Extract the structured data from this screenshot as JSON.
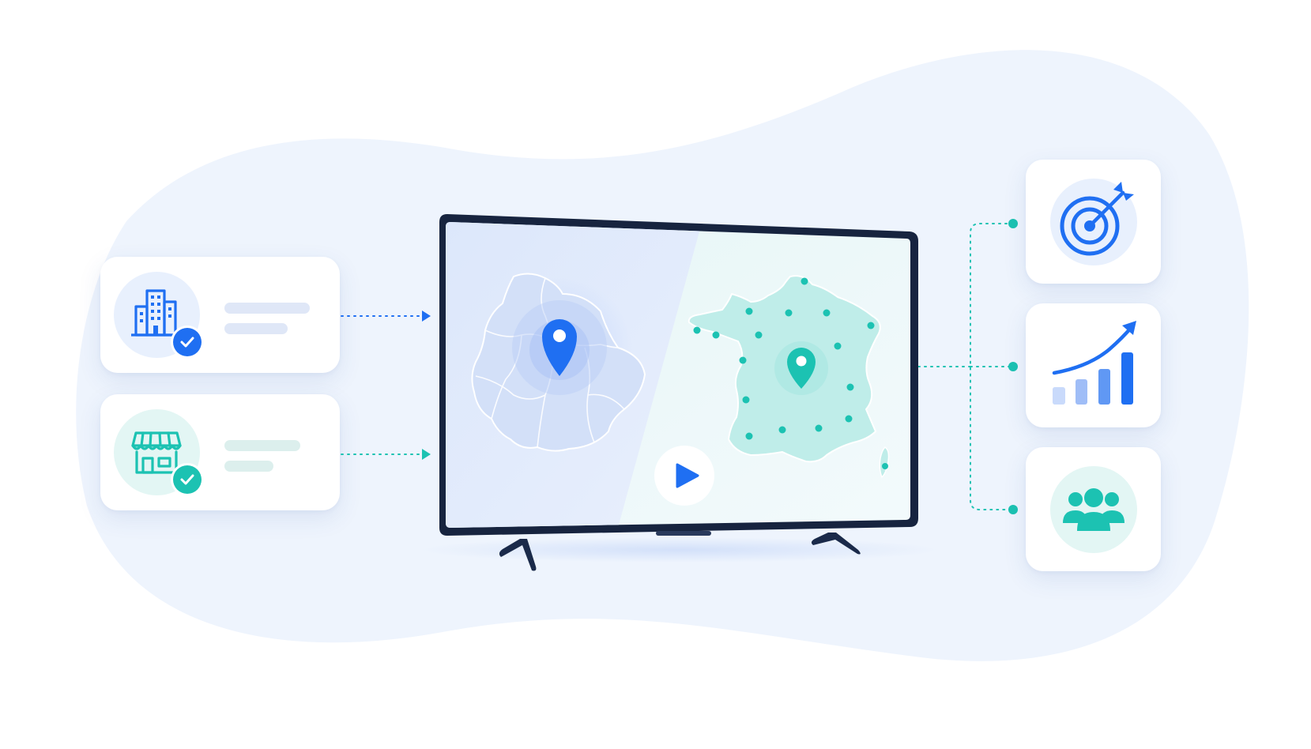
{
  "colors": {
    "blob": "#eef4fd",
    "blue": "#1f6ff2",
    "teal": "#1cc2b2",
    "navy": "#1a2a4a",
    "line_blue": "#dfe7f7",
    "line_teal": "#dcefed"
  },
  "source_cards": [
    {
      "icon": "office-building-icon",
      "badge": "check-icon",
      "accent": "blue"
    },
    {
      "icon": "storefront-icon",
      "badge": "check-icon",
      "accent": "teal"
    }
  ],
  "screen": {
    "left_map": "local-region-map",
    "right_map": "france-map",
    "center_control": "play-icon"
  },
  "outcome_cards": [
    {
      "icon": "target-icon"
    },
    {
      "icon": "growth-chart-icon"
    },
    {
      "icon": "audience-group-icon"
    }
  ]
}
